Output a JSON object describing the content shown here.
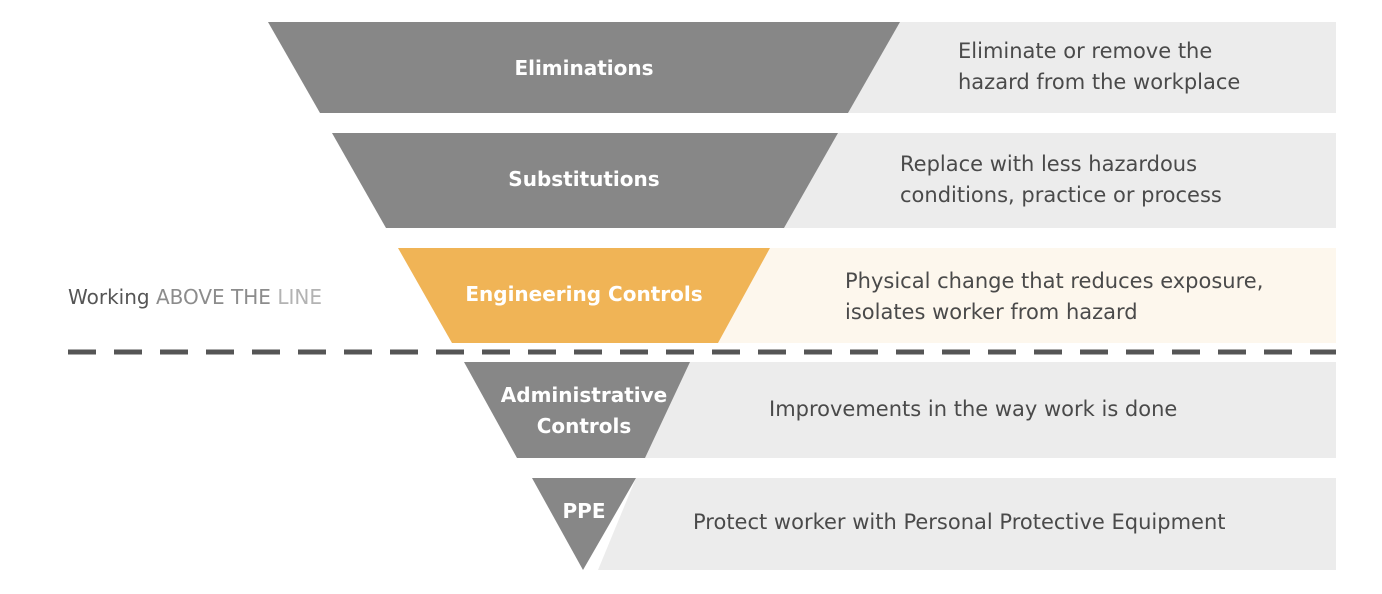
{
  "colors": {
    "tier_fill": "#878787",
    "tier_highlight": "#f0b456",
    "panel_fill": "#ececec",
    "panel_highlight": "#fdf7ed",
    "divider": "#555555",
    "text": "#4a4a4a",
    "label_above": "#8c8c8c",
    "label_line": "#b3b3b3"
  },
  "working_label": {
    "word": "Working",
    "above": "ABOVE THE",
    "line": "LINE"
  },
  "tiers": [
    {
      "id": "eliminations",
      "label_lines": [
        "Eliminations"
      ],
      "description_lines": [
        "Eliminate or remove the",
        "hazard from the workplace"
      ],
      "highlighted": false
    },
    {
      "id": "substitutions",
      "label_lines": [
        "Substitutions"
      ],
      "description_lines": [
        "Replace with less hazardous",
        "conditions, practice or process"
      ],
      "highlighted": false
    },
    {
      "id": "engineering-controls",
      "label_lines": [
        "Engineering Controls"
      ],
      "description_lines": [
        "Physical change that reduces exposure,",
        "isolates worker from hazard"
      ],
      "highlighted": true
    },
    {
      "id": "administrative-controls",
      "label_lines": [
        "Administrative",
        "Controls"
      ],
      "description_lines": [
        "Improvements in the way work is done"
      ],
      "highlighted": false
    },
    {
      "id": "ppe",
      "label_lines": [
        "PPE"
      ],
      "description_lines": [
        "Protect worker with Personal Protective Equipment"
      ],
      "highlighted": false
    }
  ]
}
